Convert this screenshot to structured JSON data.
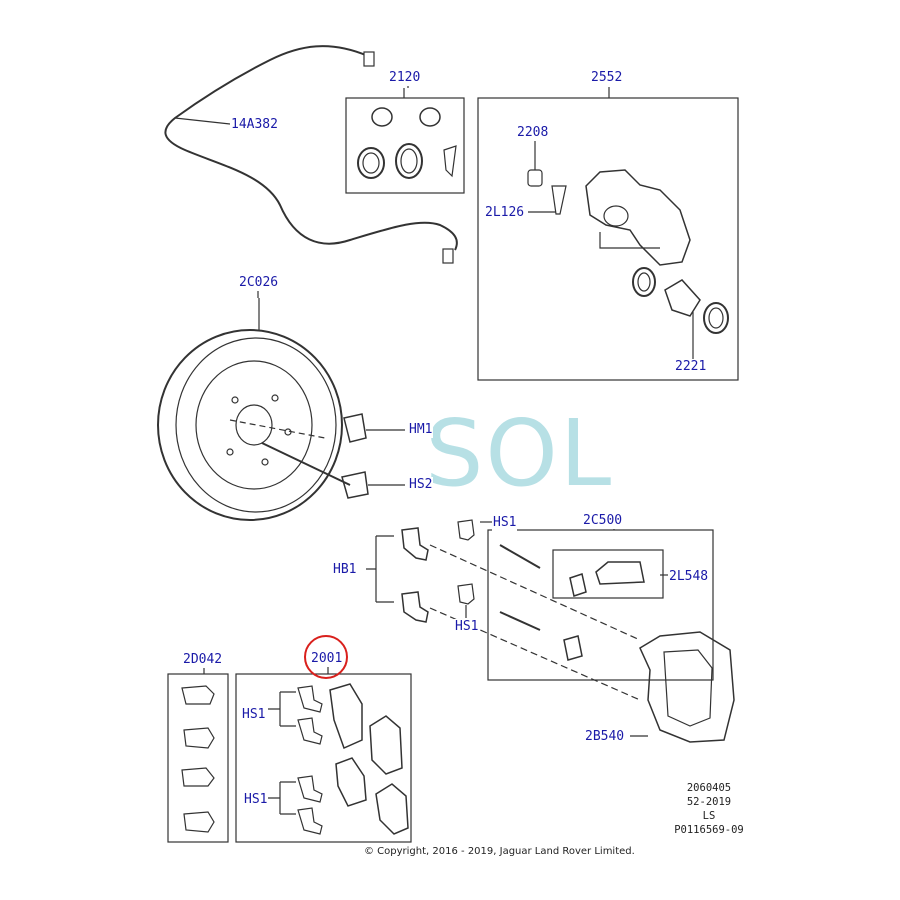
{
  "labels": {
    "p14A382": "14A382",
    "p2120": "2120",
    "p2552": "2552",
    "p2208": "2208",
    "p2L126": "2L126",
    "p2221": "2221",
    "p2C026": "2C026",
    "pHM1": "HM1",
    "pHS2": "HS2",
    "pHS1a": "HS1",
    "p2C500": "2C500",
    "pHB1": "HB1",
    "p2L548": "2L548",
    "pHS1b": "HS1",
    "p2D042": "2D042",
    "p2001": "2001",
    "pHS1c": "HS1",
    "pHS1d": "HS1",
    "p2B540": "2B540"
  },
  "reference": {
    "line1": "2060405",
    "line2": "52-2019",
    "line3": "LS",
    "line4": "P0116569-09"
  },
  "copyright": "© Copyright, 2016 - 2019, Jaguar Land Rover Limited.",
  "watermark": "SOL",
  "colors": {
    "label_text": "#1a1aa8",
    "line": "#333333",
    "highlight_circle": "#d9201c",
    "watermark": "#9fd6dd"
  }
}
